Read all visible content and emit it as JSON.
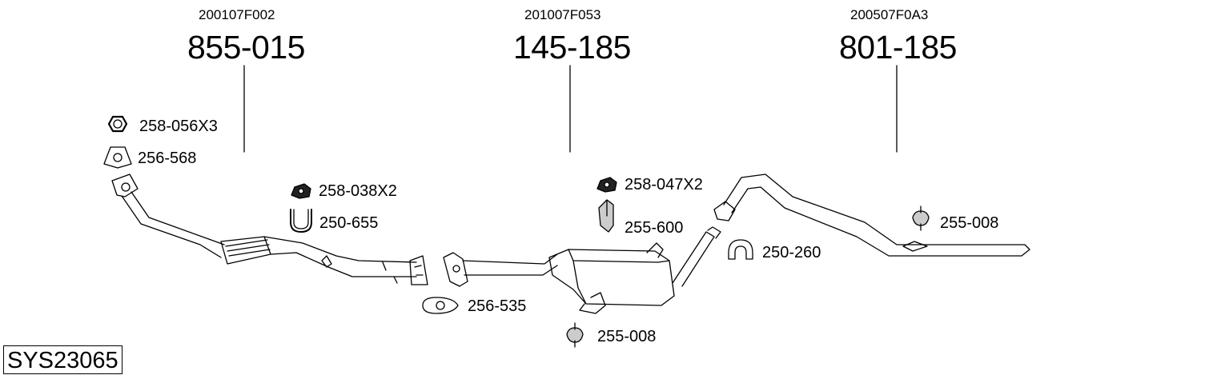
{
  "assembly": {
    "system_number": "SYS23065",
    "sections": [
      {
        "code": "200107F002",
        "part": "855-015"
      },
      {
        "code": "201007F053",
        "part": "145-185"
      },
      {
        "code": "200507F0A3",
        "part": "801-185"
      }
    ],
    "components": [
      {
        "part": "258-056X3",
        "icon": "hex-nut-icon"
      },
      {
        "part": "256-568",
        "icon": "flange-gasket-icon"
      },
      {
        "part": "258-038X2",
        "icon": "flange-nut-icon"
      },
      {
        "part": "250-655",
        "icon": "u-bolt-icon"
      },
      {
        "part": "256-535",
        "icon": "oval-gasket-icon"
      },
      {
        "part": "258-047X2",
        "icon": "flange-nut-icon"
      },
      {
        "part": "255-600",
        "icon": "bracket-icon"
      },
      {
        "part": "250-260",
        "icon": "clamp-icon"
      },
      {
        "part": "255-008",
        "icon": "rubber-hanger-icon"
      },
      {
        "part": "255-008",
        "icon": "rubber-hanger-icon"
      }
    ]
  }
}
